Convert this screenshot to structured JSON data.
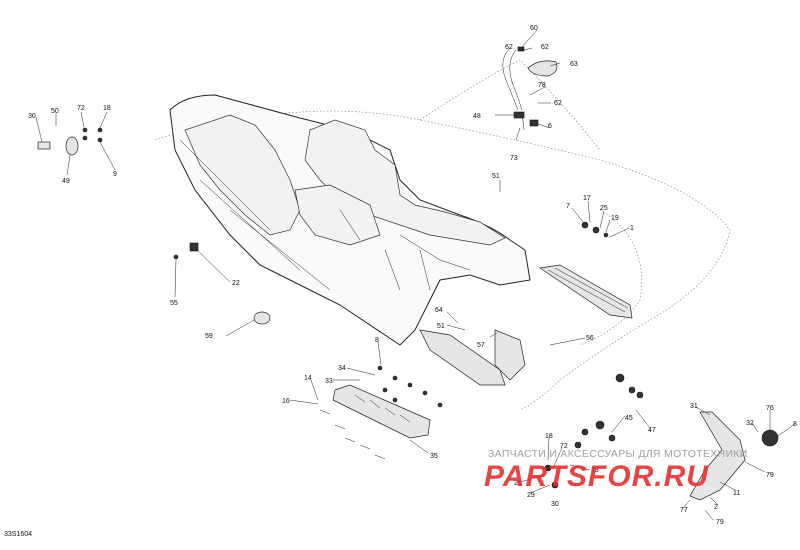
{
  "diagram_code": "33S1604",
  "watermark": {
    "line1": "ЗАПЧАСТИ И АКСЕССУАРЫ ДЛЯ МОТОТЕХНИКИ",
    "logo": "PARTSFOR.RU"
  },
  "callouts": [
    "60",
    "62",
    "62",
    "63",
    "78",
    "62",
    "48",
    "6",
    "73",
    "30",
    "50",
    "72",
    "18",
    "49",
    "9",
    "51",
    "7",
    "17",
    "25",
    "19",
    "1",
    "22",
    "55",
    "59",
    "64",
    "51",
    "57",
    "56",
    "8",
    "34",
    "33",
    "14",
    "16",
    "35",
    "45",
    "47",
    "18",
    "72",
    "26",
    "29",
    "30",
    "33",
    "31",
    "32",
    "76",
    "8",
    "79",
    "11",
    "2",
    "77",
    "79"
  ]
}
